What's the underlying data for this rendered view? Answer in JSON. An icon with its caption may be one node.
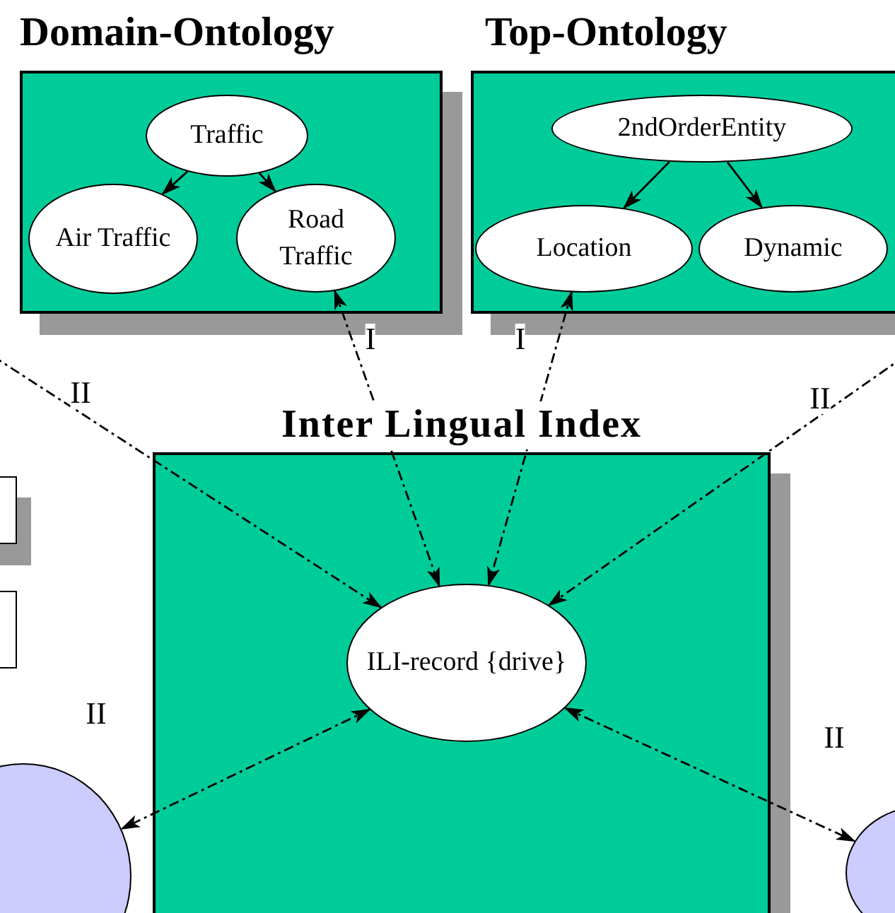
{
  "diagram": {
    "nodes": [
      {
        "text": [
          "Domain-Ontology"
        ]
      },
      {
        "text": [
          "Traffic"
        ],
        "in": 0
      },
      {
        "text": [
          "Air Traffic"
        ],
        "in": 0
      },
      {
        "text": [
          "Road Traffic"
        ],
        "in": 0
      },
      {
        "text": [
          "Top-Ontology"
        ]
      },
      {
        "text": [
          "2ndOrderEntity"
        ],
        "in": 4
      },
      {
        "text": [
          "Location"
        ],
        "in": 4
      },
      {
        "text": [
          "Dynamic"
        ],
        "in": 4
      },
      {
        "text": [
          "Inter Lingual Index"
        ]
      },
      {
        "text": [
          "ILI-record {drive}"
        ],
        "in": 8
      },
      {
        "text": [],
        "shape": "box"
      },
      {
        "text": [],
        "shape": "box"
      },
      {
        "text": [],
        "shape": "ellipse"
      },
      {
        "text": [],
        "shape": "ellipse"
      }
    ],
    "edges": [
      {
        "from": 1,
        "to": 2,
        "arrow": "to"
      },
      {
        "from": 1,
        "to": 3,
        "arrow": "to"
      },
      {
        "from": 5,
        "to": 6,
        "arrow": "to"
      },
      {
        "from": 5,
        "to": 7,
        "arrow": "to"
      },
      {
        "from": 3,
        "to": 9,
        "arrow": "both",
        "label": "I",
        "style": "dashed"
      },
      {
        "from": 6,
        "to": 9,
        "arrow": "both",
        "label": "I",
        "style": "dashed"
      },
      {
        "from": null,
        "to": 9,
        "arrow": "to",
        "label": "II",
        "style": "dashed"
      },
      {
        "from": null,
        "to": 9,
        "arrow": "to",
        "label": "II",
        "style": "dashed"
      },
      {
        "from": 9,
        "to": 12,
        "arrow": "both",
        "label": "II",
        "style": "dashed"
      },
      {
        "from": 9,
        "to": 13,
        "arrow": "both",
        "label": "II",
        "style": "dashed"
      }
    ]
  }
}
